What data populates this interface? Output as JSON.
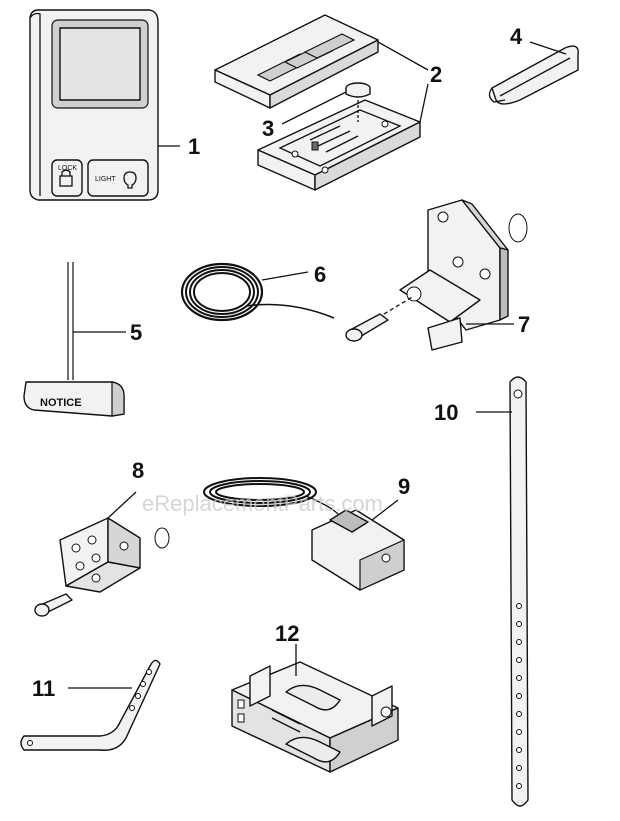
{
  "watermark": "eReplacementParts.com",
  "parts": [
    {
      "id": "1",
      "label": "1"
    },
    {
      "id": "2",
      "label": "2"
    },
    {
      "id": "3",
      "label": "3"
    },
    {
      "id": "4",
      "label": "4"
    },
    {
      "id": "5",
      "label": "5"
    },
    {
      "id": "6",
      "label": "6"
    },
    {
      "id": "7",
      "label": "7"
    },
    {
      "id": "8",
      "label": "8"
    },
    {
      "id": "9",
      "label": "9"
    },
    {
      "id": "10",
      "label": "10"
    },
    {
      "id": "11",
      "label": "11"
    },
    {
      "id": "12",
      "label": "12"
    }
  ],
  "text": {
    "lock": "LOCK",
    "light": "LIGHT",
    "notice": "NOTICE"
  }
}
